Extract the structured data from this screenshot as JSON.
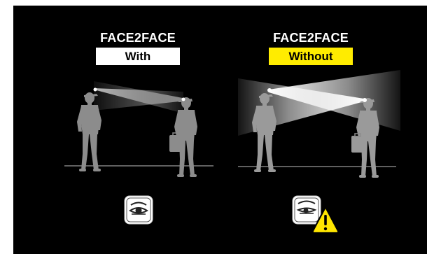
{
  "colors": {
    "background": "#000000",
    "figure": "#8c8c8c",
    "floor": "#9a9a9a",
    "with_badge": "#ffffff",
    "without_badge": "#ffec00",
    "warning": "#ffe600"
  },
  "left_panel": {
    "title": "FACE2FACE",
    "badge": "With",
    "icon": "eye-icon"
  },
  "right_panel": {
    "title": "FACE2FACE",
    "badge": "Without",
    "icon": "eye-squint-icon",
    "warning_icon": "warning-triangle-icon"
  }
}
